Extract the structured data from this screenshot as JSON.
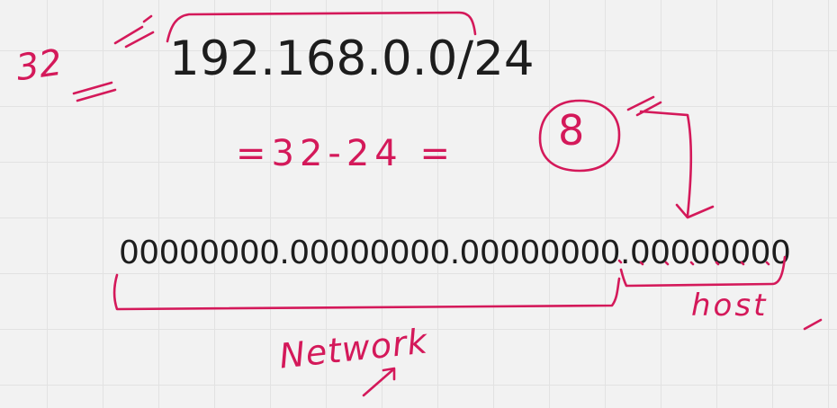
{
  "cidr_notation": "192.168.0.0/24",
  "binary_address": "00000000.00000000.00000000.00000000",
  "annotations": {
    "bit_count": "32",
    "equation": "=32-24 =",
    "host_bits": "8",
    "network_label": "Network",
    "host_label": "host"
  },
  "colors": {
    "ink": "#d4195a",
    "typed_text": "#1d1d1d",
    "background": "#f2f2f2"
  }
}
